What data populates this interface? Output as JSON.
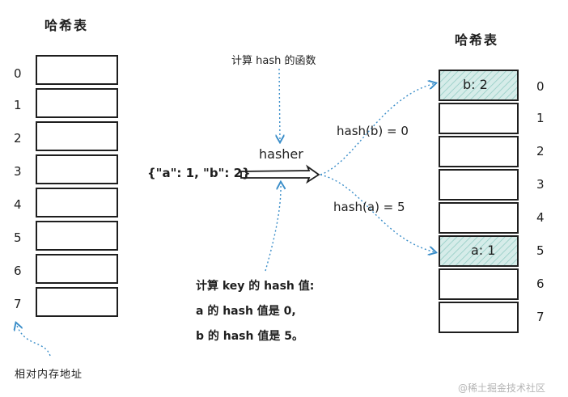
{
  "left_table": {
    "title": "哈希表",
    "indices": [
      "0",
      "1",
      "2",
      "3",
      "4",
      "5",
      "6",
      "7"
    ],
    "caption": "相对内存地址"
  },
  "right_table": {
    "title": "哈希表",
    "indices": [
      "0",
      "1",
      "2",
      "3",
      "4",
      "5",
      "6",
      "7"
    ],
    "cells": [
      "b: 2",
      "",
      "",
      "",
      "",
      "a: 1",
      "",
      ""
    ],
    "filled_color": "#d6ece9"
  },
  "hasher": {
    "label": "hasher",
    "input": "{\"a\": 1, \"b\": 2}",
    "top_note": "计算 hash 的函数",
    "bottom_note": [
      "计算 key 的 hash 值:",
      "a 的 hash 值是 0,",
      "b 的 hash 值是 5。"
    ]
  },
  "mappings": {
    "b": "hash(b) = 0",
    "a": "hash(a) = 5"
  },
  "colors": {
    "stroke": "#1e1e1e",
    "arrow": "#3b8ec9"
  },
  "watermark": "@稀土掘金技术社区"
}
